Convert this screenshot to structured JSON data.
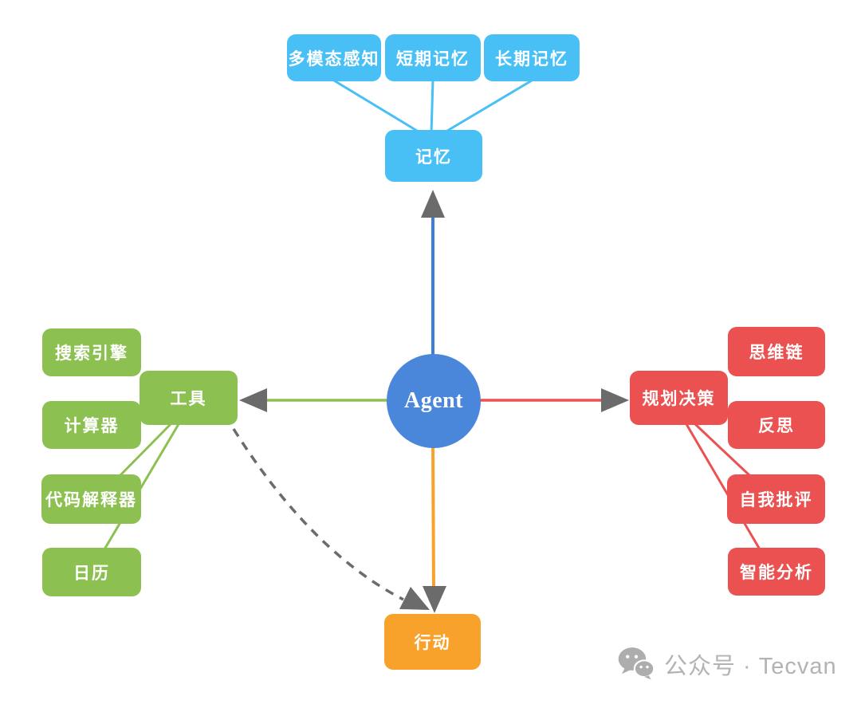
{
  "diagram": {
    "title_hint": "AI Agent architecture mind map",
    "center": {
      "label": "Agent"
    },
    "memory_branch": {
      "label": "记忆",
      "children": [
        "多模态感知",
        "短期记忆",
        "长期记忆"
      ]
    },
    "tools_branch": {
      "label": "工具",
      "children": [
        "搜索引擎",
        "计算器",
        "代码解释器",
        "日历"
      ]
    },
    "planning_branch": {
      "label": "规划决策",
      "children": [
        "思维链",
        "反思",
        "自我批评",
        "智能分析"
      ]
    },
    "action_branch": {
      "label": "行动"
    }
  },
  "watermark": {
    "icon": "wechat-icon",
    "label": "公众号 · Tecvan"
  },
  "colors": {
    "blue_box": "#49C0F5",
    "agent_blue": "#4A86D9",
    "blue_line": "#3D7EDB",
    "green": "#8CC152",
    "red": "#EC5151",
    "orange": "#F9A22B",
    "arrow_gray": "#6B6B6B",
    "watermark_gray": "#B3B3B3"
  }
}
